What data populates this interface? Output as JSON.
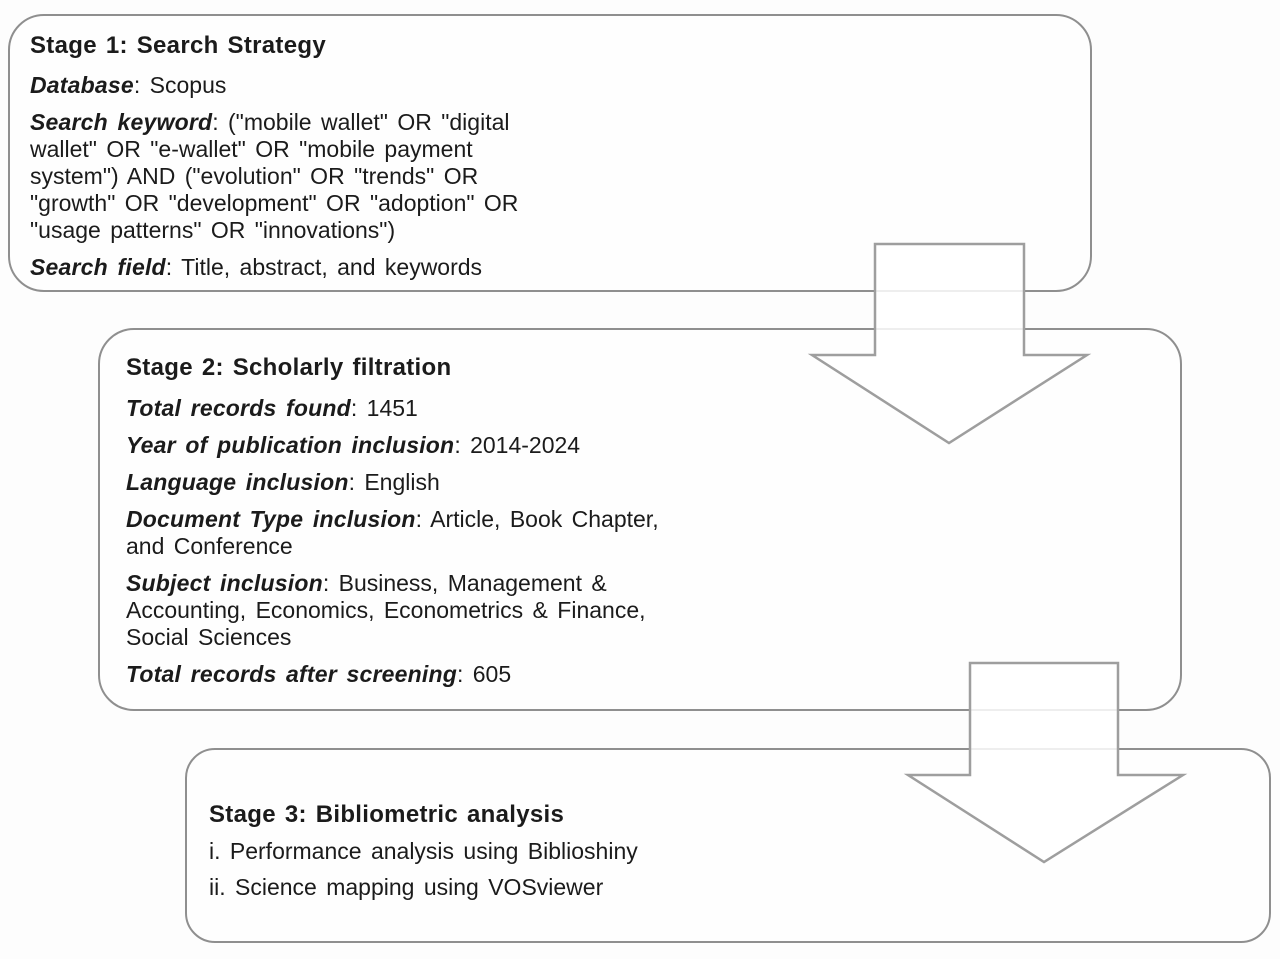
{
  "colors": {
    "box_border": "#8f8f8f",
    "arrow_stroke": "#9e9e9e",
    "text": "#1b1b1b",
    "background": "#fdfdfd"
  },
  "stage1": {
    "title": "Stage 1: Search Strategy",
    "rows": [
      {
        "label": "Database",
        "rest": ": Scopus"
      },
      {
        "label": "Search keyword",
        "rest": ": (\"mobile wallet\" OR \"digital",
        "cont": [
          "wallet\" OR \"e-wallet\" OR \"mobile payment",
          "system\") AND (\"evolution\" OR \"trends\" OR",
          "\"growth\" OR \"development\" OR \"adoption\" OR",
          "\"usage patterns\" OR \"innovations\")"
        ]
      },
      {
        "label": "Search field",
        "rest": ": Title, abstract, and keywords"
      }
    ]
  },
  "stage2": {
    "title": "Stage 2: Scholarly filtration",
    "rows": [
      {
        "label": "Total records found",
        "rest": ": 1451"
      },
      {
        "label": "Year of publication inclusion",
        "rest": ": 2014-2024"
      },
      {
        "label": "Language inclusion",
        "rest": ": English"
      },
      {
        "label": "Document Type inclusion",
        "rest": ": Article, Book Chapter,",
        "cont": [
          "and Conference"
        ]
      },
      {
        "label": "Subject inclusion",
        "rest": ": Business, Management &",
        "cont": [
          "Accounting, Economics, Econometrics & Finance,",
          "Social Sciences"
        ]
      },
      {
        "label": "Total records after screening",
        "rest": ": 605"
      }
    ]
  },
  "stage3": {
    "title": "Stage 3: Bibliometric analysis",
    "items": [
      "i. Performance analysis using Biblioshiny",
      "ii. Science mapping  using VOSviewer"
    ]
  }
}
